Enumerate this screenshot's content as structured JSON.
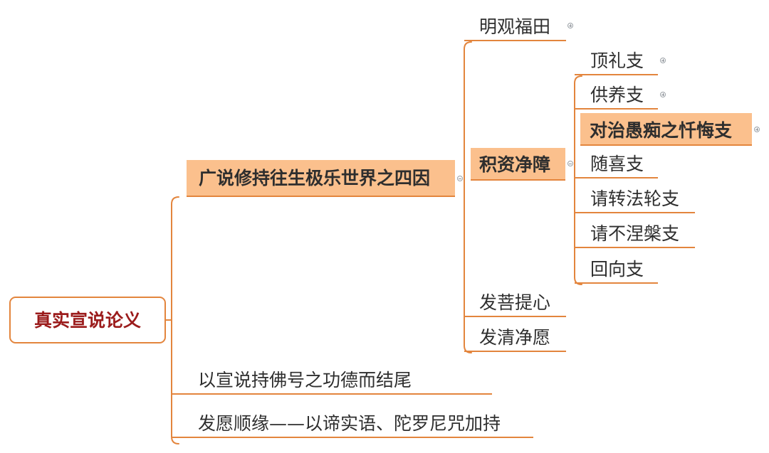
{
  "root": {
    "label": "真实宣说论义"
  },
  "branches": {
    "four_causes": {
      "label": "广说修持往生极乐世界之四因",
      "children": {
        "field_of_merit": {
          "label": "明观福田"
        },
        "accumulate_purify": {
          "label": "积资净障",
          "children": {
            "prostration": {
              "label": "顶礼支"
            },
            "offering": {
              "label": "供养支"
            },
            "confession": {
              "label": "对治愚痴之忏悔支"
            },
            "rejoicing": {
              "label": "随喜支"
            },
            "turning_wheel": {
              "label": "请转法轮支"
            },
            "not_nirvana": {
              "label": "请不涅槃支"
            },
            "dedication": {
              "label": "回向支"
            }
          }
        },
        "bodhicitta": {
          "label": "发菩提心"
        },
        "pure_aspiration": {
          "label": "发清净愿"
        }
      }
    },
    "conclusion": {
      "label": "以宣说持佛号之功德而结尾"
    },
    "aspiration": {
      "label": "发愿顺缘——以谛实语、陀罗尼咒加持"
    }
  },
  "colors": {
    "connector": "#e3853d",
    "highlight": "#fbc08d",
    "root_text": "#9b1b1b",
    "text": "#2e2e2e"
  }
}
